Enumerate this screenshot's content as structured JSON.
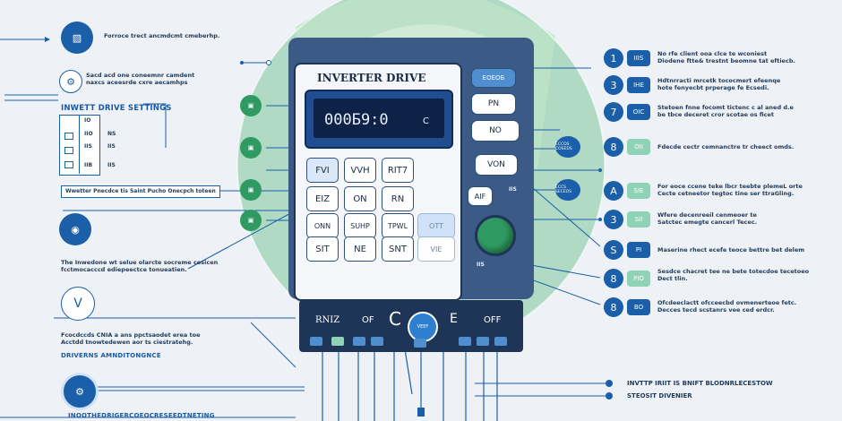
{
  "device": {
    "title": "INVERTER DRIVE",
    "display": "000Б9:0",
    "display_symbol": "C",
    "side_buttons": [
      "ЕОЕОБ",
      "PN",
      "NO",
      "VON"
    ],
    "keys": [
      [
        "FVI",
        "VVH",
        "RIT7"
      ],
      [
        "EIZ",
        "ON",
        "RN"
      ],
      [
        "ONN",
        "SUHP",
        "TPWL",
        "OTT"
      ],
      [
        "SIT",
        "NE",
        "SNT",
        "VIE"
      ]
    ],
    "right_panel_small": [
      "AIF",
      "IIS",
      "IIS"
    ],
    "bottom_labels": [
      "RNIZ",
      "OF",
      "C",
      "E",
      "OFF"
    ],
    "bottom_center": "VEEF"
  },
  "left": {
    "item1": "Forroce trect ancmdcmt cmeberhp.",
    "item2_line1": "Sacd acd one coneemnr camdent",
    "item2_line2": "naxcs aceesrde cxre aecamhps",
    "settings_heading": "INWETT DRIVE SETTINGS",
    "table": [
      [
        "IO",
        ""
      ],
      [
        "IIO",
        "NS"
      ],
      [
        "IIS",
        "IIS"
      ],
      [
        "IIB",
        "IIS"
      ]
    ],
    "wide_label": "Wwetter Pnecdce tis Saint Pucho Onecpch toteen",
    "desc1_line1": "The Inwedone wt selue olarcte socreme cosicen",
    "desc1_line2": "fcctmocacccd ediepeectce tonueatien.",
    "desc2_line1": "Fcocdccds CNIA a ans ppctsaodet erea toe",
    "desc2_line2": "Acctdd tnowtedewen aor ts ciestratehg.",
    "heading2": "DRIVERNS AMNDITONGNCE",
    "heading3": "INOOTHEDRIGERCOEOCRESEEDTNETING"
  },
  "right": {
    "rows": [
      {
        "num": "1",
        "badge": "IIIS",
        "line1": "No rfe client ooa clce te wconiest",
        "line2": "Diodene ftte& trestnt beomne tat eftiecb."
      },
      {
        "num": "3",
        "badge": "IHE",
        "line1": "Hdtnrracti mrcetk tococmert efeenqe",
        "line2": "hote fenyecbt prperage fe Ecsedi."
      },
      {
        "num": "7",
        "badge": "OIC",
        "line1": "Stetoen fnne focomt tictenc c al aned d.e",
        "line2": "be tbce deceret cror scotae os ficet"
      },
      {
        "num": "8",
        "badge": "OII",
        "line1": "Fdecde cectr cemnanctre tr cheect omds.",
        "line2": ""
      },
      {
        "num": "A",
        "badge": "SIE",
        "line1": "For eoce ccene teke lbcr teebte plemeL orte",
        "line2": "Cecte cetneetor tegtoc tine ser ttraGling."
      },
      {
        "num": "3",
        "badge": "SII",
        "line1": "Wfere decenreeil cenmeoer te",
        "line2": "Satctec emegte cancerl Tecec."
      },
      {
        "num": "S",
        "badge": "PI",
        "line1": "Maserine rhect ecefe teoce bettre bet delem",
        "line2": ""
      },
      {
        "num": "8",
        "badge": "PIO",
        "line1": "Sesdce chacret tee ne bete totecdoe tecetoeo",
        "line2": "Dect tlin."
      },
      {
        "num": "8",
        "badge": "BO",
        "line1": "Ofcdeeclactt ofcceecbd ovmenerteoe fetc.",
        "line2": "Decces tecd scstanrs vee ced erdcr."
      }
    ],
    "small1": "ECCOS COSEDS",
    "small2": "ECCS SECEOS",
    "bottom1": "INVTTP IRIIT IS BNIFT BLODNRLECESTOW",
    "bottom2": "STEOSIT DIVENIER"
  }
}
